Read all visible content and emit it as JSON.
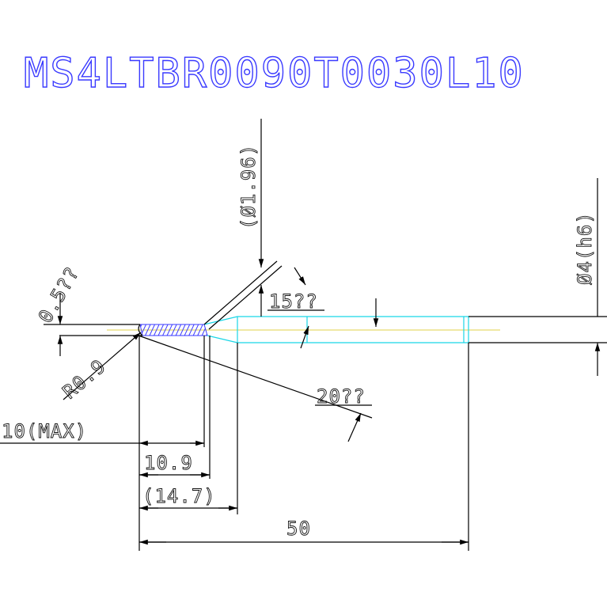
{
  "title": "MS4LTBR0090T0030L10",
  "labels": {
    "dia_neck": "(Ø1.96)",
    "dia_shank": "Ø4(h6)",
    "edge_rad": "0.5??",
    "corner_radius": "R0.9",
    "angle_15": "15??",
    "angle_20": "20??",
    "max_len": "10(MAX)",
    "eff_len": "10.9",
    "neck_len": "(14.7)",
    "overall_len": "50"
  },
  "colors": {
    "title": "#3a3aff",
    "cutting_edge_hatch": "#3a3aff",
    "shank_outline": "#19d6e6",
    "centerline": "#e0d24a"
  }
}
